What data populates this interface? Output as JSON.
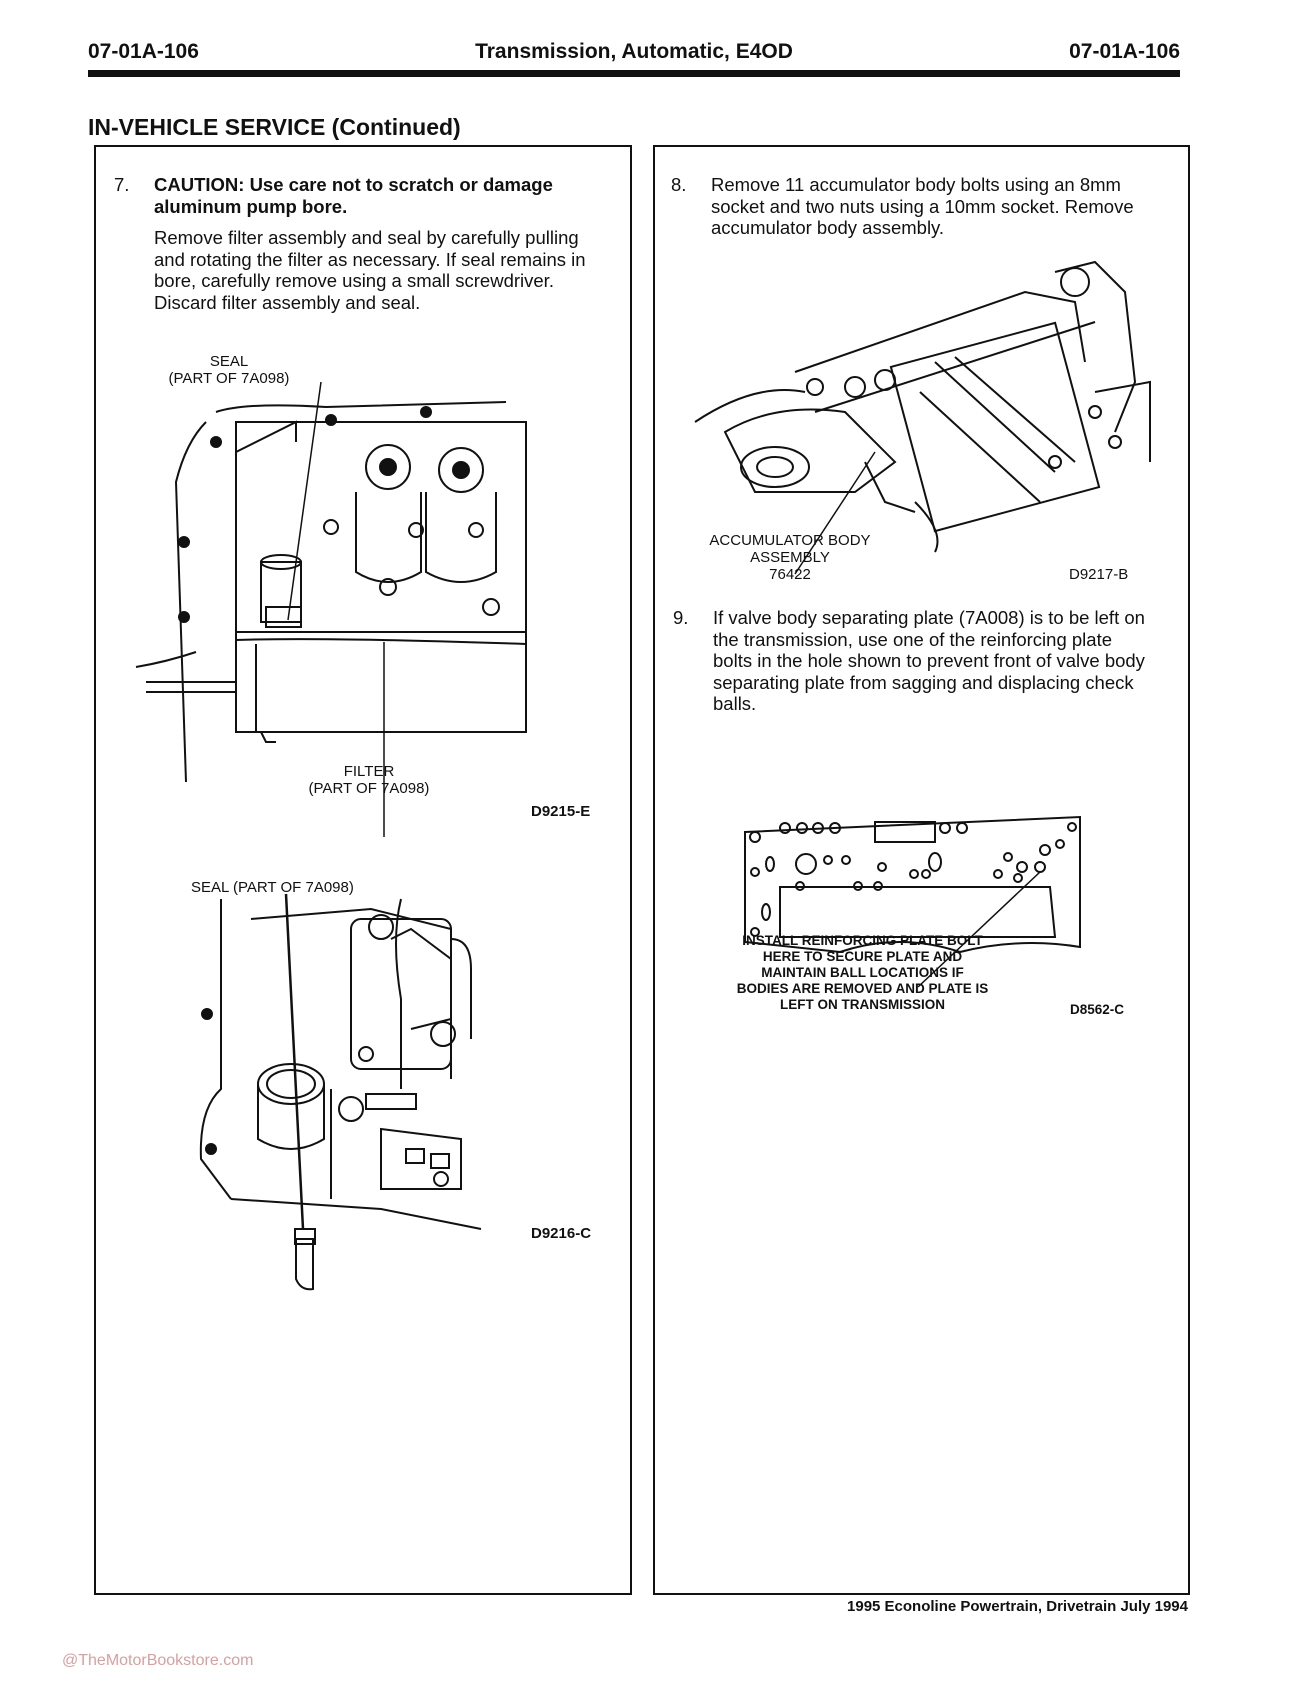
{
  "header": {
    "page_left": "07-01A-106",
    "title": "Transmission, Automatic, E4OD",
    "page_right": "07-01A-106"
  },
  "section_title": "IN-VEHICLE SERVICE (Continued)",
  "steps": {
    "s7": {
      "num": "7.",
      "caution": "CAUTION: Use care not to scratch or damage aluminum pump bore.",
      "text": "Remove filter assembly and seal by carefully pulling and rotating the filter as necessary. If seal remains in bore, carefully remove using a small screwdriver. Discard filter assembly and seal."
    },
    "s8": {
      "num": "8.",
      "text": "Remove 11 accumulator body bolts using an 8mm socket and two nuts using a 10mm socket. Remove accumulator body assembly."
    },
    "s9": {
      "num": "9.",
      "text": "If valve body separating plate (7A008) is to be left on the transmission, use one of the reinforcing plate bolts in the hole shown to prevent front of valve body separating plate from sagging and displacing check balls."
    }
  },
  "figures": {
    "f1": {
      "seal_label_1": "SEAL",
      "seal_label_2": "(PART OF 7A098)",
      "filter_label_1": "FILTER",
      "filter_label_2": "(PART OF 7A098)",
      "code": "D9215-E"
    },
    "f2": {
      "seal_label": "SEAL (PART OF 7A098)",
      "code": "D9216-C"
    },
    "f3": {
      "label_1": "ACCUMULATOR BODY",
      "label_2": "ASSEMBLY",
      "label_3": "76422",
      "code": "D9217-B"
    },
    "f4": {
      "note_1": "INSTALL REINFORCING PLATE BOLT",
      "note_2": "HERE TO SECURE PLATE AND",
      "note_3": "MAINTAIN BALL LOCATIONS IF",
      "note_4": "BODIES ARE REMOVED AND PLATE IS",
      "note_5": "LEFT ON TRANSMISSION",
      "code": "D8562-C"
    }
  },
  "footer": "1995 Econoline Powertrain, Drivetrain July 1994",
  "watermark": "@TheMotorBookstore.com"
}
